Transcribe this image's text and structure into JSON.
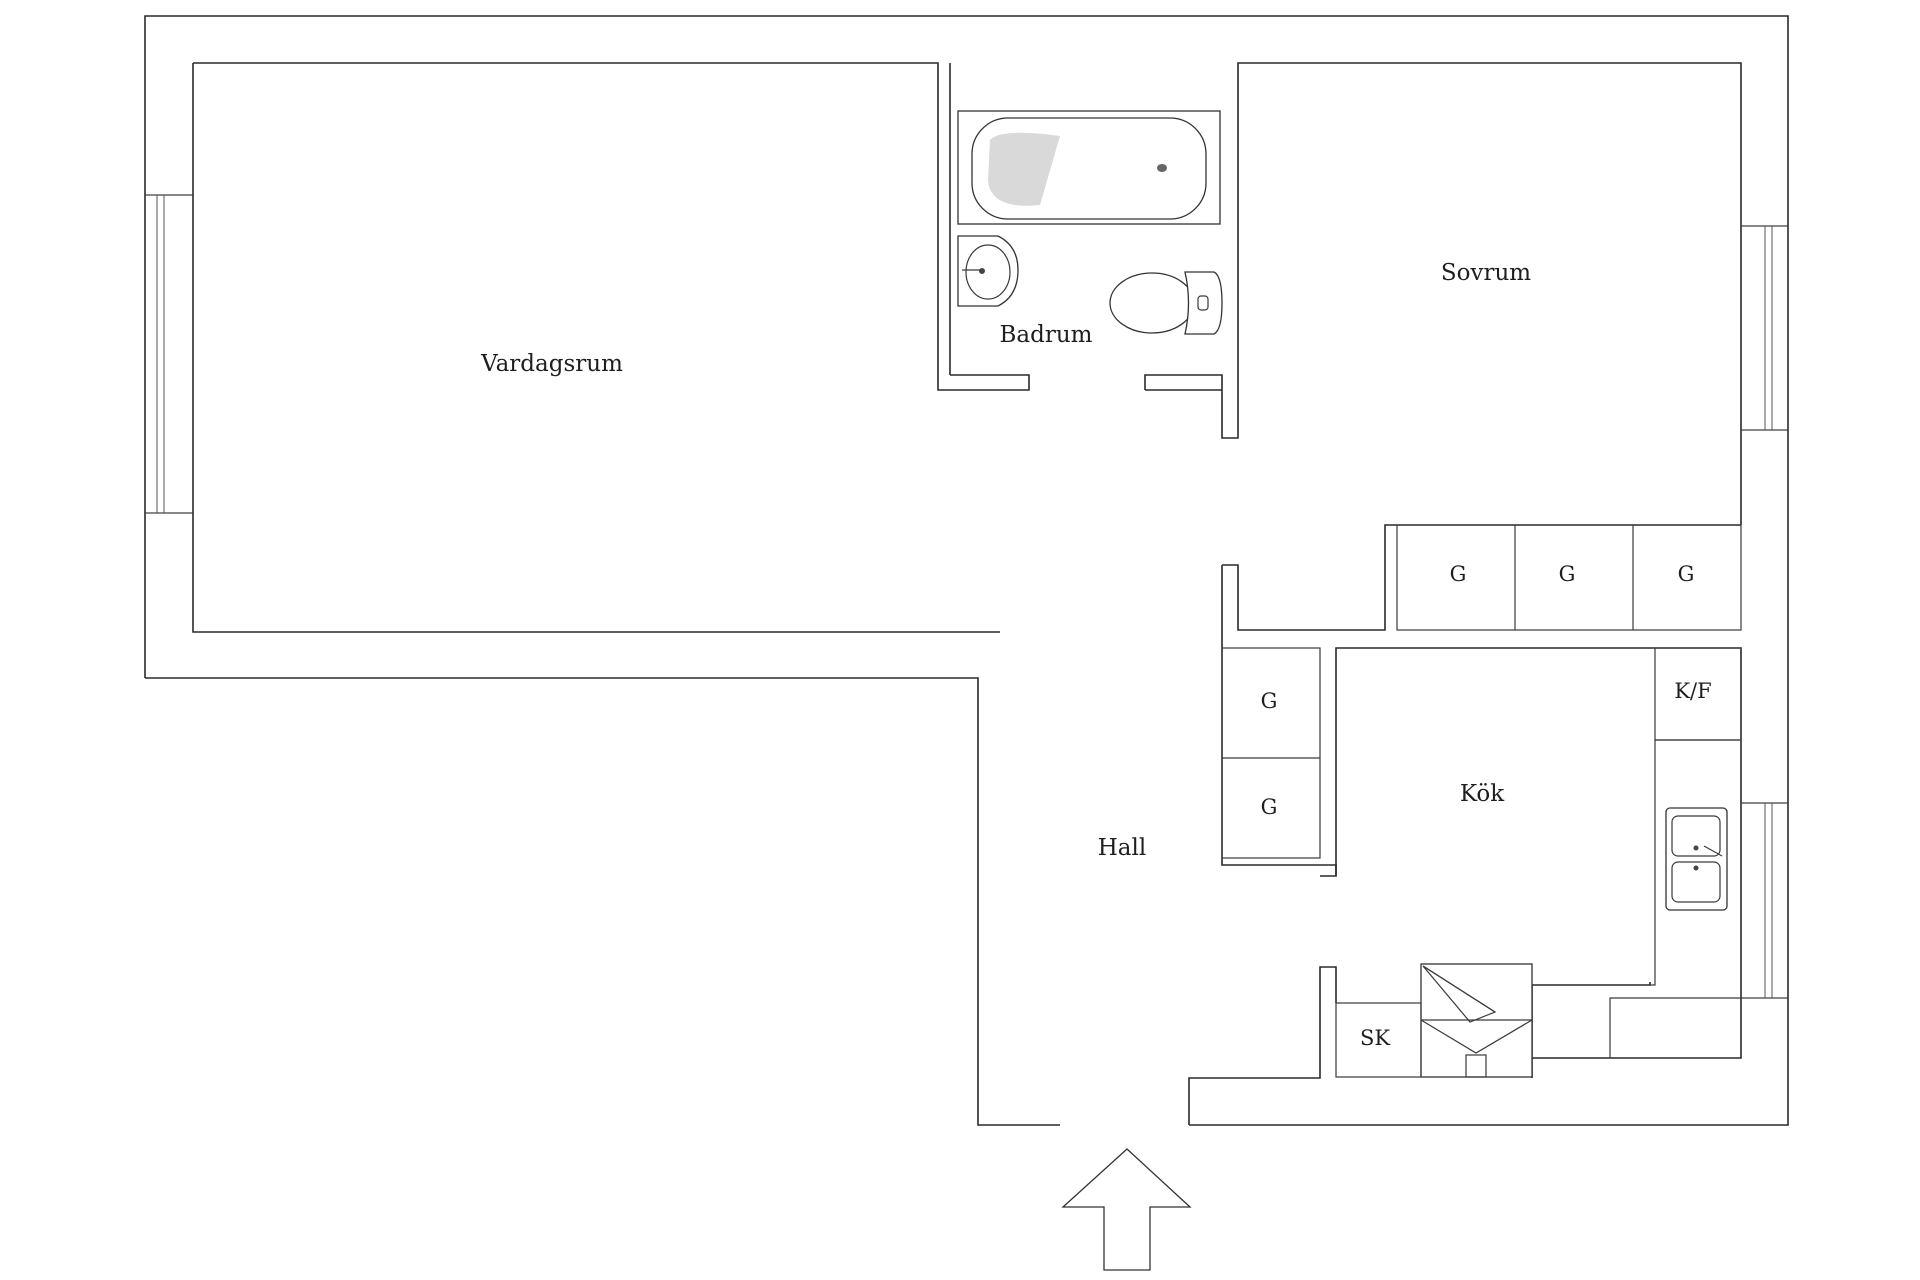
{
  "rooms": {
    "living": "Vardagsrum",
    "bath": "Badrum",
    "bedroom": "Sovrum",
    "hall": "Hall",
    "kitchen": "Kök"
  },
  "fixtures": {
    "wardrobe": "G",
    "fridge_freezer": "K/F",
    "broom_closet": "SK"
  },
  "colors": {
    "line": "#2a2a2a",
    "background": "#ffffff",
    "tub_shade": "#d9d9d9"
  }
}
